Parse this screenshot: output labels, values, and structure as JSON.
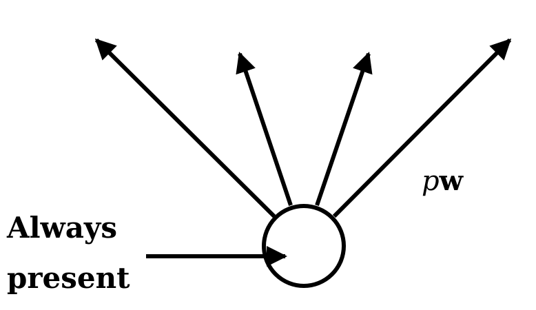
{
  "diagram": {
    "input_label_line1": "Always",
    "input_label_line2": "present",
    "weight_label_italic": "p",
    "weight_label_bold": "w",
    "colors": {
      "stroke": "#000000",
      "background": "#ffffff"
    }
  }
}
